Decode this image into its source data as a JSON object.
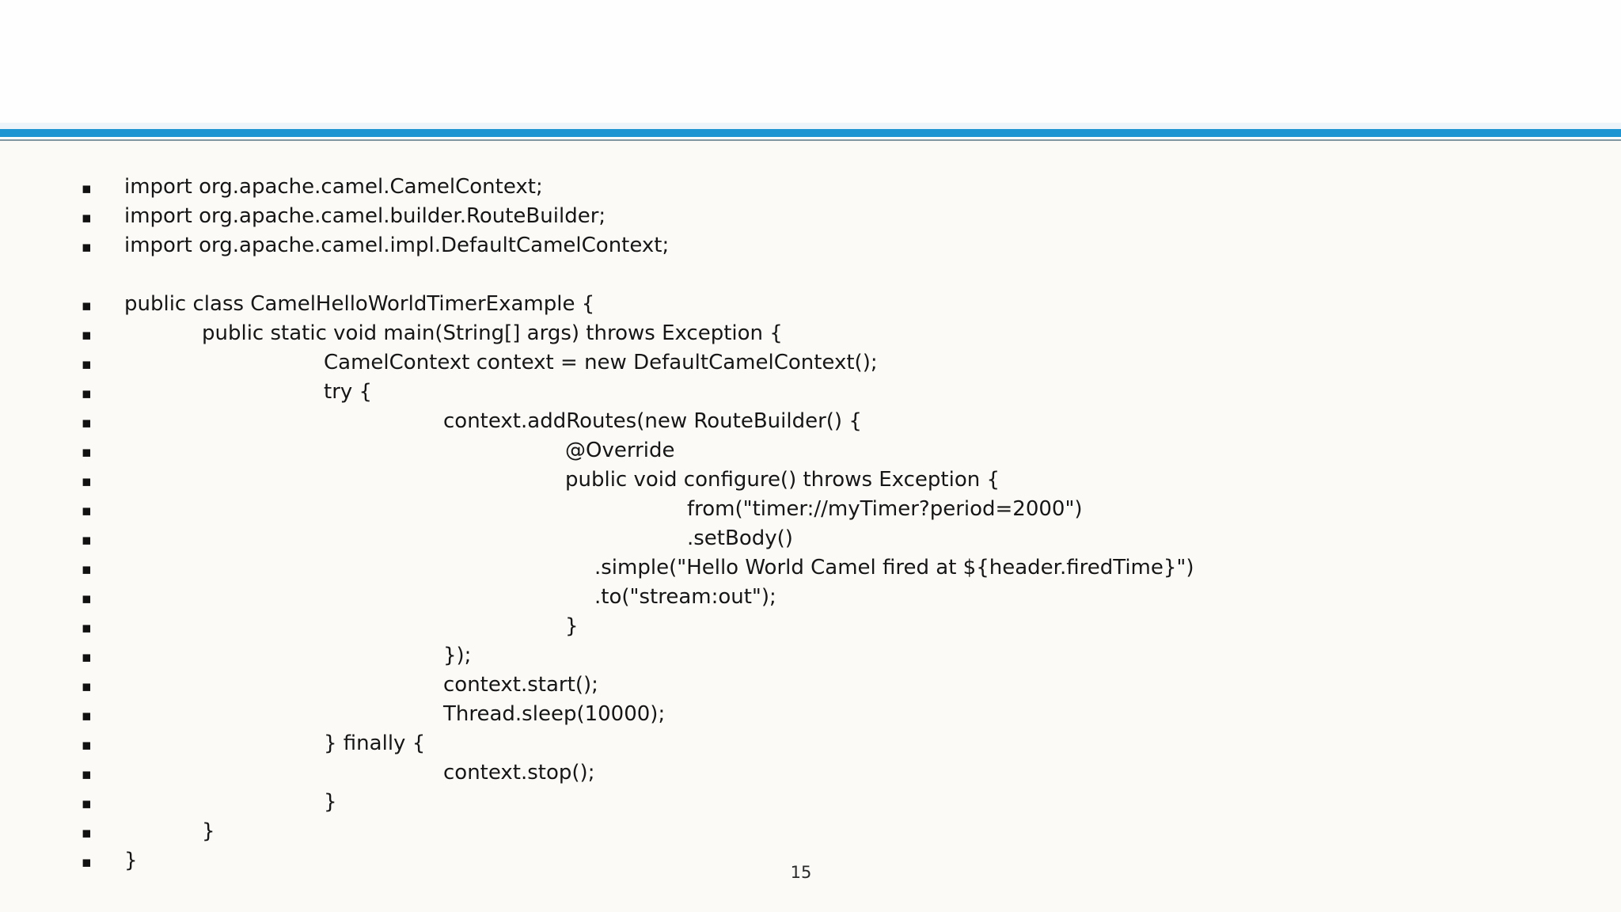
{
  "slide": {
    "page_number": "15",
    "accent_color": "#1e95d3",
    "separator_thin_color": "#8097a2",
    "background_top": "#fefefe",
    "background_body": "#fbfaf7",
    "bullet_glyph": "▪"
  },
  "code": {
    "lines": [
      {
        "text": "import org.apache.camel.CamelContext;",
        "indent": 0,
        "bullet": true
      },
      {
        "text": "import org.apache.camel.builder.RouteBuilder;",
        "indent": 0,
        "bullet": true
      },
      {
        "text": "import org.apache.camel.impl.DefaultCamelContext;",
        "indent": 0,
        "bullet": true
      },
      {
        "text": "",
        "indent": 0,
        "bullet": false
      },
      {
        "text": "public class CamelHelloWorldTimerExample {",
        "indent": 0,
        "bullet": true
      },
      {
        "text": "public static void main(String[] args) throws Exception {",
        "indent": 1,
        "bullet": true
      },
      {
        "text": "CamelContext context = new DefaultCamelContext();",
        "indent": 2,
        "bullet": true
      },
      {
        "text": "try {",
        "indent": 2,
        "bullet": true
      },
      {
        "text": "context.addRoutes(new RouteBuilder() {",
        "indent": 3,
        "bullet": true
      },
      {
        "text": "@Override",
        "indent": 4,
        "bullet": true
      },
      {
        "text": "public void configure() throws Exception {",
        "indent": 4,
        "bullet": true
      },
      {
        "text": "from(\"timer://myTimer?period=2000\")",
        "indent": 5,
        "bullet": true
      },
      {
        "text": ".setBody()",
        "indent": 5,
        "bullet": true
      },
      {
        "text": ".simple(\"Hello World Camel fired at ${header.firedTime}\")",
        "indent": 4.5,
        "bullet": true
      },
      {
        "text": ".to(\"stream:out\");",
        "indent": 4.5,
        "bullet": true
      },
      {
        "text": "}",
        "indent": 4,
        "bullet": true
      },
      {
        "text": "});",
        "indent": 3,
        "bullet": true
      },
      {
        "text": "context.start();",
        "indent": 3,
        "bullet": true
      },
      {
        "text": "Thread.sleep(10000);",
        "indent": 3,
        "bullet": true
      },
      {
        "text": "} finally {",
        "indent": 2,
        "bullet": true
      },
      {
        "text": "context.stop();",
        "indent": 3,
        "bullet": true
      },
      {
        "text": "}",
        "indent": 2,
        "bullet": true
      },
      {
        "text": "}",
        "indent": 1,
        "bullet": true
      },
      {
        "text": "}",
        "indent": 0,
        "bullet": true
      }
    ]
  }
}
